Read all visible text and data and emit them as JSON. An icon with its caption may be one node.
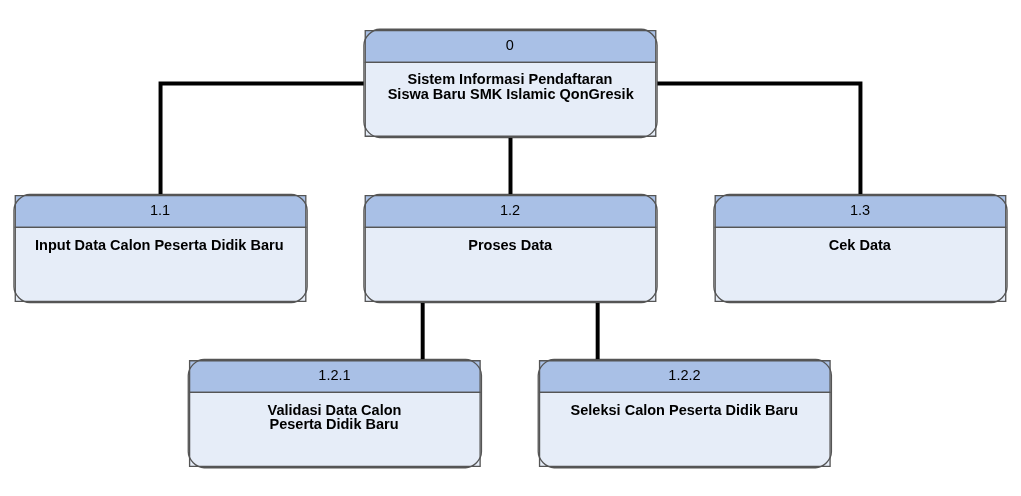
{
  "diagram": {
    "nodes": [
      {
        "text": [
          "0",
          "Sistem Informasi Pendaftaran Siswa Baru SMK Islamic QonGresik"
        ]
      },
      {
        "text": [
          "1.1",
          "Input Data Calon Peserta Didik Baru"
        ]
      },
      {
        "text": [
          "1.2",
          "Proses Data"
        ]
      },
      {
        "text": [
          "1.3",
          "Cek Data"
        ]
      },
      {
        "text": [
          "1.2.1",
          "Validasi Data Calon Peserta Didik Baru"
        ]
      },
      {
        "text": [
          "1.2.2",
          "Seleksi Calon Peserta Didik Baru"
        ]
      }
    ],
    "edges": [
      {
        "from": 0,
        "to": 1,
        "arrow": "none"
      },
      {
        "from": 0,
        "to": 2,
        "arrow": "none"
      },
      {
        "from": 0,
        "to": 3,
        "arrow": "none"
      },
      {
        "from": 2,
        "to": 4,
        "arrow": "none"
      },
      {
        "from": 2,
        "to": 5,
        "arrow": "none"
      }
    ]
  }
}
